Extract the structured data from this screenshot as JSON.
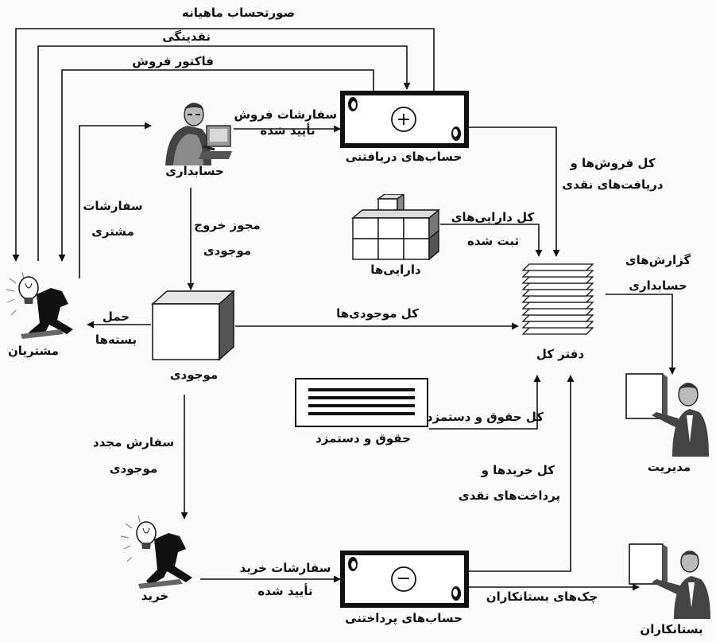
{
  "nodes": {
    "customers": "مشتریان",
    "accounting": "حسابداری",
    "receivables": "حساب‌های دریافتنی",
    "inventory": "موجودی",
    "assets": "دارایی‌ها",
    "ledger": "دفتر کل",
    "payroll": "حقوق و دستمزد",
    "purchasing": "خرید",
    "payables": "حساب‌های پرداختنی",
    "management": "مدیریت",
    "creditors": "بستانکاران"
  },
  "flows": {
    "monthly_statement": "صورتحساب ماهیانه",
    "cash": "نقدینگی",
    "sales_invoice": "فاکتور فروش",
    "approved_sales_orders_1": "سفارشات فروش",
    "approved_sales_orders_2": "تأیید شده",
    "customer_orders_1": "سفارشات",
    "customer_orders_2": "مشتری",
    "inventory_release_1": "مجوز خروج",
    "inventory_release_2": "موجودی",
    "total_sales_1": "کل فروش‌ها و",
    "total_sales_2": "دریافت‌های نقدی",
    "total_assets_1": "کل دارایی‌های",
    "total_assets_2": "ثبت شده",
    "accounting_reports_1": "گزارش‌های",
    "accounting_reports_2": "حسابداری",
    "ship_packages_1": "حمل",
    "ship_packages_2": "بسته‌ها",
    "total_inventory": "کل موجودی‌ها",
    "total_payroll": "کل حقوق و دستمزد",
    "reorder_1": "سفارش مجدد",
    "reorder_2": "موجودی",
    "total_purchases_1": "کل خریدها و",
    "total_purchases_2": "پرداخت‌های نقدی",
    "approved_purchase_orders_1": "سفارشات خرید",
    "approved_purchase_orders_2": "تأیید شده",
    "creditor_checks": "چک‌های بستانکاران"
  },
  "symbols": {
    "receivables_sign": "+",
    "payables_sign": "−"
  }
}
